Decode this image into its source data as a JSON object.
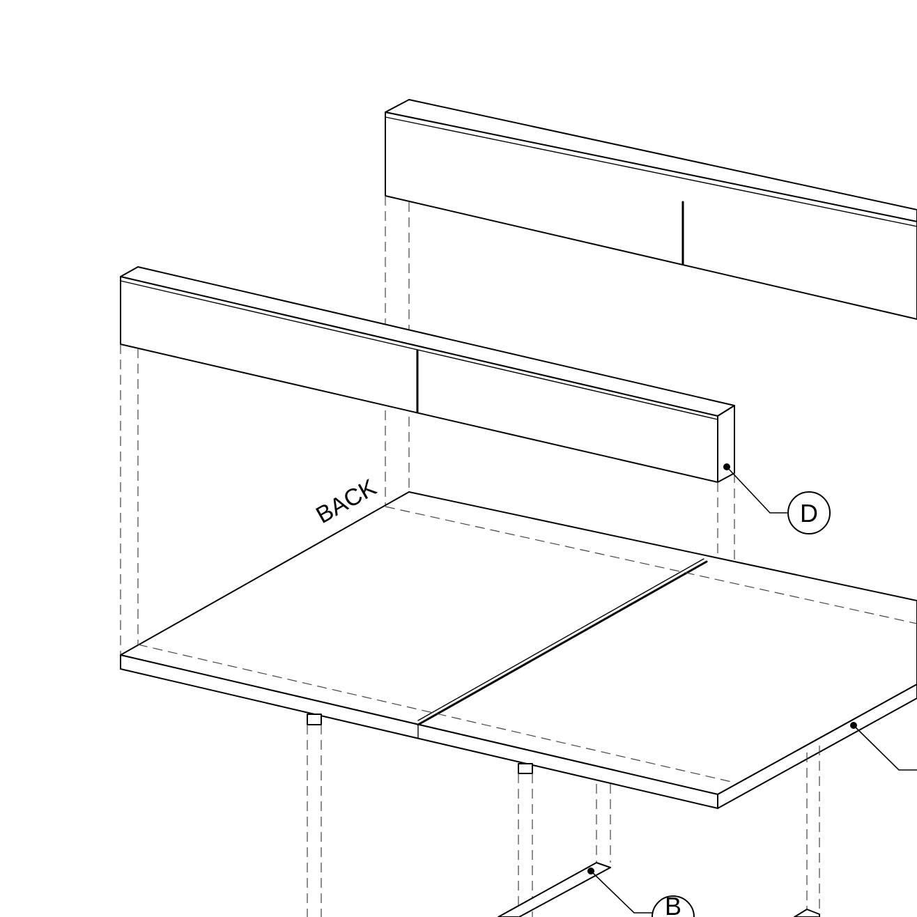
{
  "diagram": {
    "back_label": "BACK",
    "callouts": {
      "panel_D": "D",
      "rail_B": "B"
    }
  }
}
